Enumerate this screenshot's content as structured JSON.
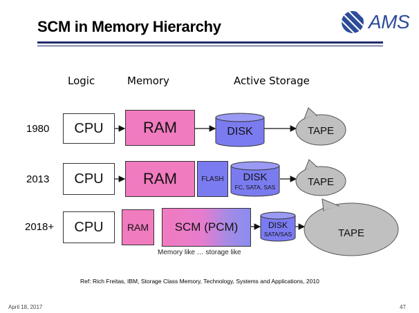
{
  "slide": {
    "title": "SCM in Memory Hierarchy",
    "logo_text": "AMS",
    "date": "April 18, 2017",
    "page_number": "47"
  },
  "columns": {
    "logic": "Logic",
    "memory": "Memory",
    "active_storage": "Active Storage"
  },
  "rows": [
    {
      "year": "1980",
      "cpu": "CPU",
      "ram": "RAM",
      "disk": "DISK",
      "tape": "TAPE"
    },
    {
      "year": "2013",
      "cpu": "CPU",
      "ram": "RAM",
      "flash": "FLASH",
      "disk": "DISK",
      "disk_sub": "FC, SATA, SAS",
      "tape": "TAPE"
    },
    {
      "year": "2018+",
      "cpu": "CPU",
      "ram": "RAM",
      "scm": "SCM (PCM)",
      "disk": "DISK",
      "disk_sub": "SATA/SAS",
      "tape": "TAPE"
    }
  ],
  "caption": "Memory like … storage like",
  "reference": "Ref: Rich Freitas, IBM,  Storage Class Memory, Technology, Systems and Applications, 2010",
  "colors": {
    "ram_pink": "#f07bbf",
    "disk_blue": "#7b7bf0",
    "tape_gray": "#c0c0c0",
    "rule_navy": "#1f2a6b",
    "logo_blue": "#2b4c9a"
  }
}
